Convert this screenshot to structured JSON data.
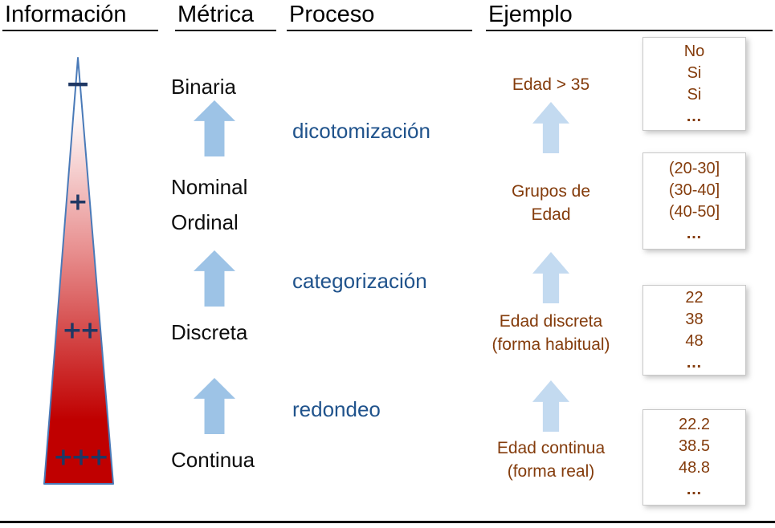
{
  "headers": {
    "informacion": "Información",
    "metrica": "Métrica",
    "proceso": "Proceso",
    "ejemplo": "Ejemplo"
  },
  "informacion": {
    "levels": [
      "−",
      "+",
      "++",
      "+++"
    ]
  },
  "metrica": {
    "items": [
      "Binaria",
      "Nominal",
      "Ordinal",
      "Discreta",
      "Continua"
    ]
  },
  "proceso": {
    "items": [
      "dicotomización",
      "categorización",
      "redondeo"
    ]
  },
  "ejemplo": {
    "items": [
      {
        "lines": [
          "Edad > 35"
        ]
      },
      {
        "lines": [
          "Grupos de",
          "Edad"
        ]
      },
      {
        "lines": [
          "Edad discreta",
          "(forma habitual)"
        ]
      },
      {
        "lines": [
          "Edad continua",
          "(forma real)"
        ]
      }
    ]
  },
  "value_boxes": [
    {
      "lines": [
        "No",
        "Si",
        "Si",
        "…"
      ]
    },
    {
      "lines": [
        "(20-30]",
        "(30-40]",
        "(40-50]",
        "…"
      ]
    },
    {
      "lines": [
        "22",
        "38",
        "48",
        "…"
      ]
    },
    {
      "lines": [
        "22.2",
        "38.5",
        "48.8",
        "…"
      ]
    }
  ],
  "colors": {
    "arrow_metric": "#9dc3e6",
    "arrow_example": "#c3daf0",
    "process_text": "#20538c",
    "example_text": "#843c0c",
    "symbol": "#1f3864",
    "triangle_border": "#4a7ab8",
    "triangle_top": "#ffffff",
    "triangle_mid": "#e89090",
    "triangle_bottom": "#c00000"
  }
}
